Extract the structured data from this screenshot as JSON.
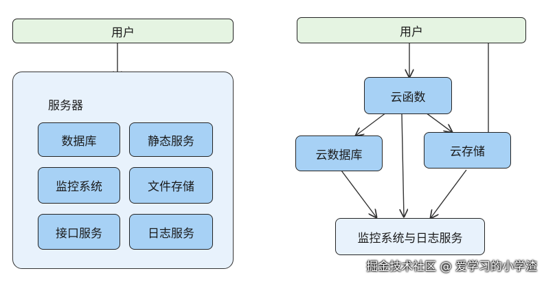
{
  "left": {
    "user_label": "用户",
    "server_title": "服务器",
    "services": [
      "数据库",
      "静态服务",
      "监控系统",
      "文件存储",
      "接口服务",
      "日志服务"
    ]
  },
  "right": {
    "user_label": "用户",
    "function_label": "云函数",
    "database_label": "云数据库",
    "storage_label": "云存储",
    "monitor_label": "监控系统与日志服务"
  },
  "watermark": "掘金技术社区 @ 爱学习的小学渣",
  "colors": {
    "user_fill": "#e5f4e2",
    "panel_fill": "#e8f2fc",
    "service_fill": "#a7d1f5",
    "stroke": "#222222"
  }
}
